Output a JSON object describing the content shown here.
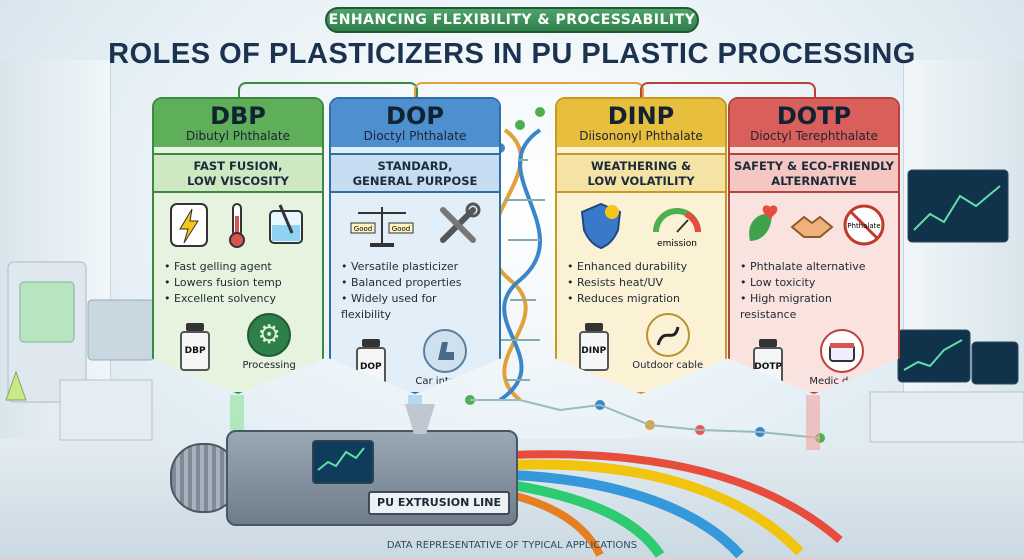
{
  "header": {
    "ribbon": "ENHANCING FLEXIBILITY & PROCESSABILITY",
    "title": "ROLES OF PLASTICIZERS IN PU PLASTIC PROCESSING"
  },
  "cards": [
    {
      "abbr": "DBP",
      "full": "Dibutyl Phthalate",
      "role_line1": "FAST FUSION,",
      "role_line2": "LOW VISCOSITY",
      "bullets": [
        "Fast gelling agent",
        "Lowers fusion temp",
        "Excellent solvency"
      ],
      "bottle": "DBP",
      "application": "Processing",
      "icons": [
        "lightning-icon",
        "thermometer-icon",
        "beaker-icon"
      ],
      "colors": {
        "border": "#3a8a3f",
        "head": "#5fae5a",
        "role": "#cfe8c4",
        "body": "#e6f3df"
      }
    },
    {
      "abbr": "DOP",
      "full": "Dioctyl Phthalate",
      "role_line1": "STANDARD,",
      "role_line2": "GENERAL PURPOSE",
      "bullets": [
        "Versatile plasticizer",
        "Balanced properties",
        "Widely used for flexibility"
      ],
      "bottle": "DOP",
      "application": "Car internal",
      "icons": [
        "balance-scale-icon",
        "wrench-icon"
      ],
      "scale_labels": [
        "Good",
        "Good"
      ],
      "colors": {
        "border": "#2f6fa8",
        "head": "#4d8fcf",
        "role": "#c6dcf0",
        "body": "#e2eef8"
      }
    },
    {
      "abbr": "DINP",
      "full": "Diisononyl Phthalate",
      "role_line1": "WEATHERING &",
      "role_line2": "LOW VOLATILITY",
      "bullets": [
        "Enhanced durability",
        "Resists heat/UV",
        "Reduces migration"
      ],
      "bottle": "DINP",
      "application": "Outdoor cable",
      "icons": [
        "sun-shield-icon",
        "gauge-icon"
      ],
      "gauge_label": "emission",
      "colors": {
        "border": "#c69a1d",
        "head": "#e8bf3c",
        "role": "#f5e3a6",
        "body": "#fbf2d6"
      }
    },
    {
      "abbr": "DOTP",
      "full": "Dioctyl Terephthalate",
      "role_line1": "SAFETY & ECO-FRIENDLY",
      "role_line2": "ALTERNATIVE",
      "bullets": [
        "Phthalate alternative",
        "Low toxicity",
        "High migration resistance"
      ],
      "bottle": "DOTP",
      "application": "Medic device",
      "icons": [
        "leaf-heart-icon",
        "handshake-icon",
        "no-phthalate-icon"
      ],
      "no_sign_label": "Phthalate",
      "colors": {
        "border": "#b9413d",
        "head": "#d9605a",
        "role": "#f4c7c2",
        "body": "#fae2df"
      }
    }
  ],
  "machine": {
    "label": "PU EXTRUSION LINE"
  },
  "footnote": "DATA REPRESENTATIVE OF TYPICAL APPLICATIONS"
}
